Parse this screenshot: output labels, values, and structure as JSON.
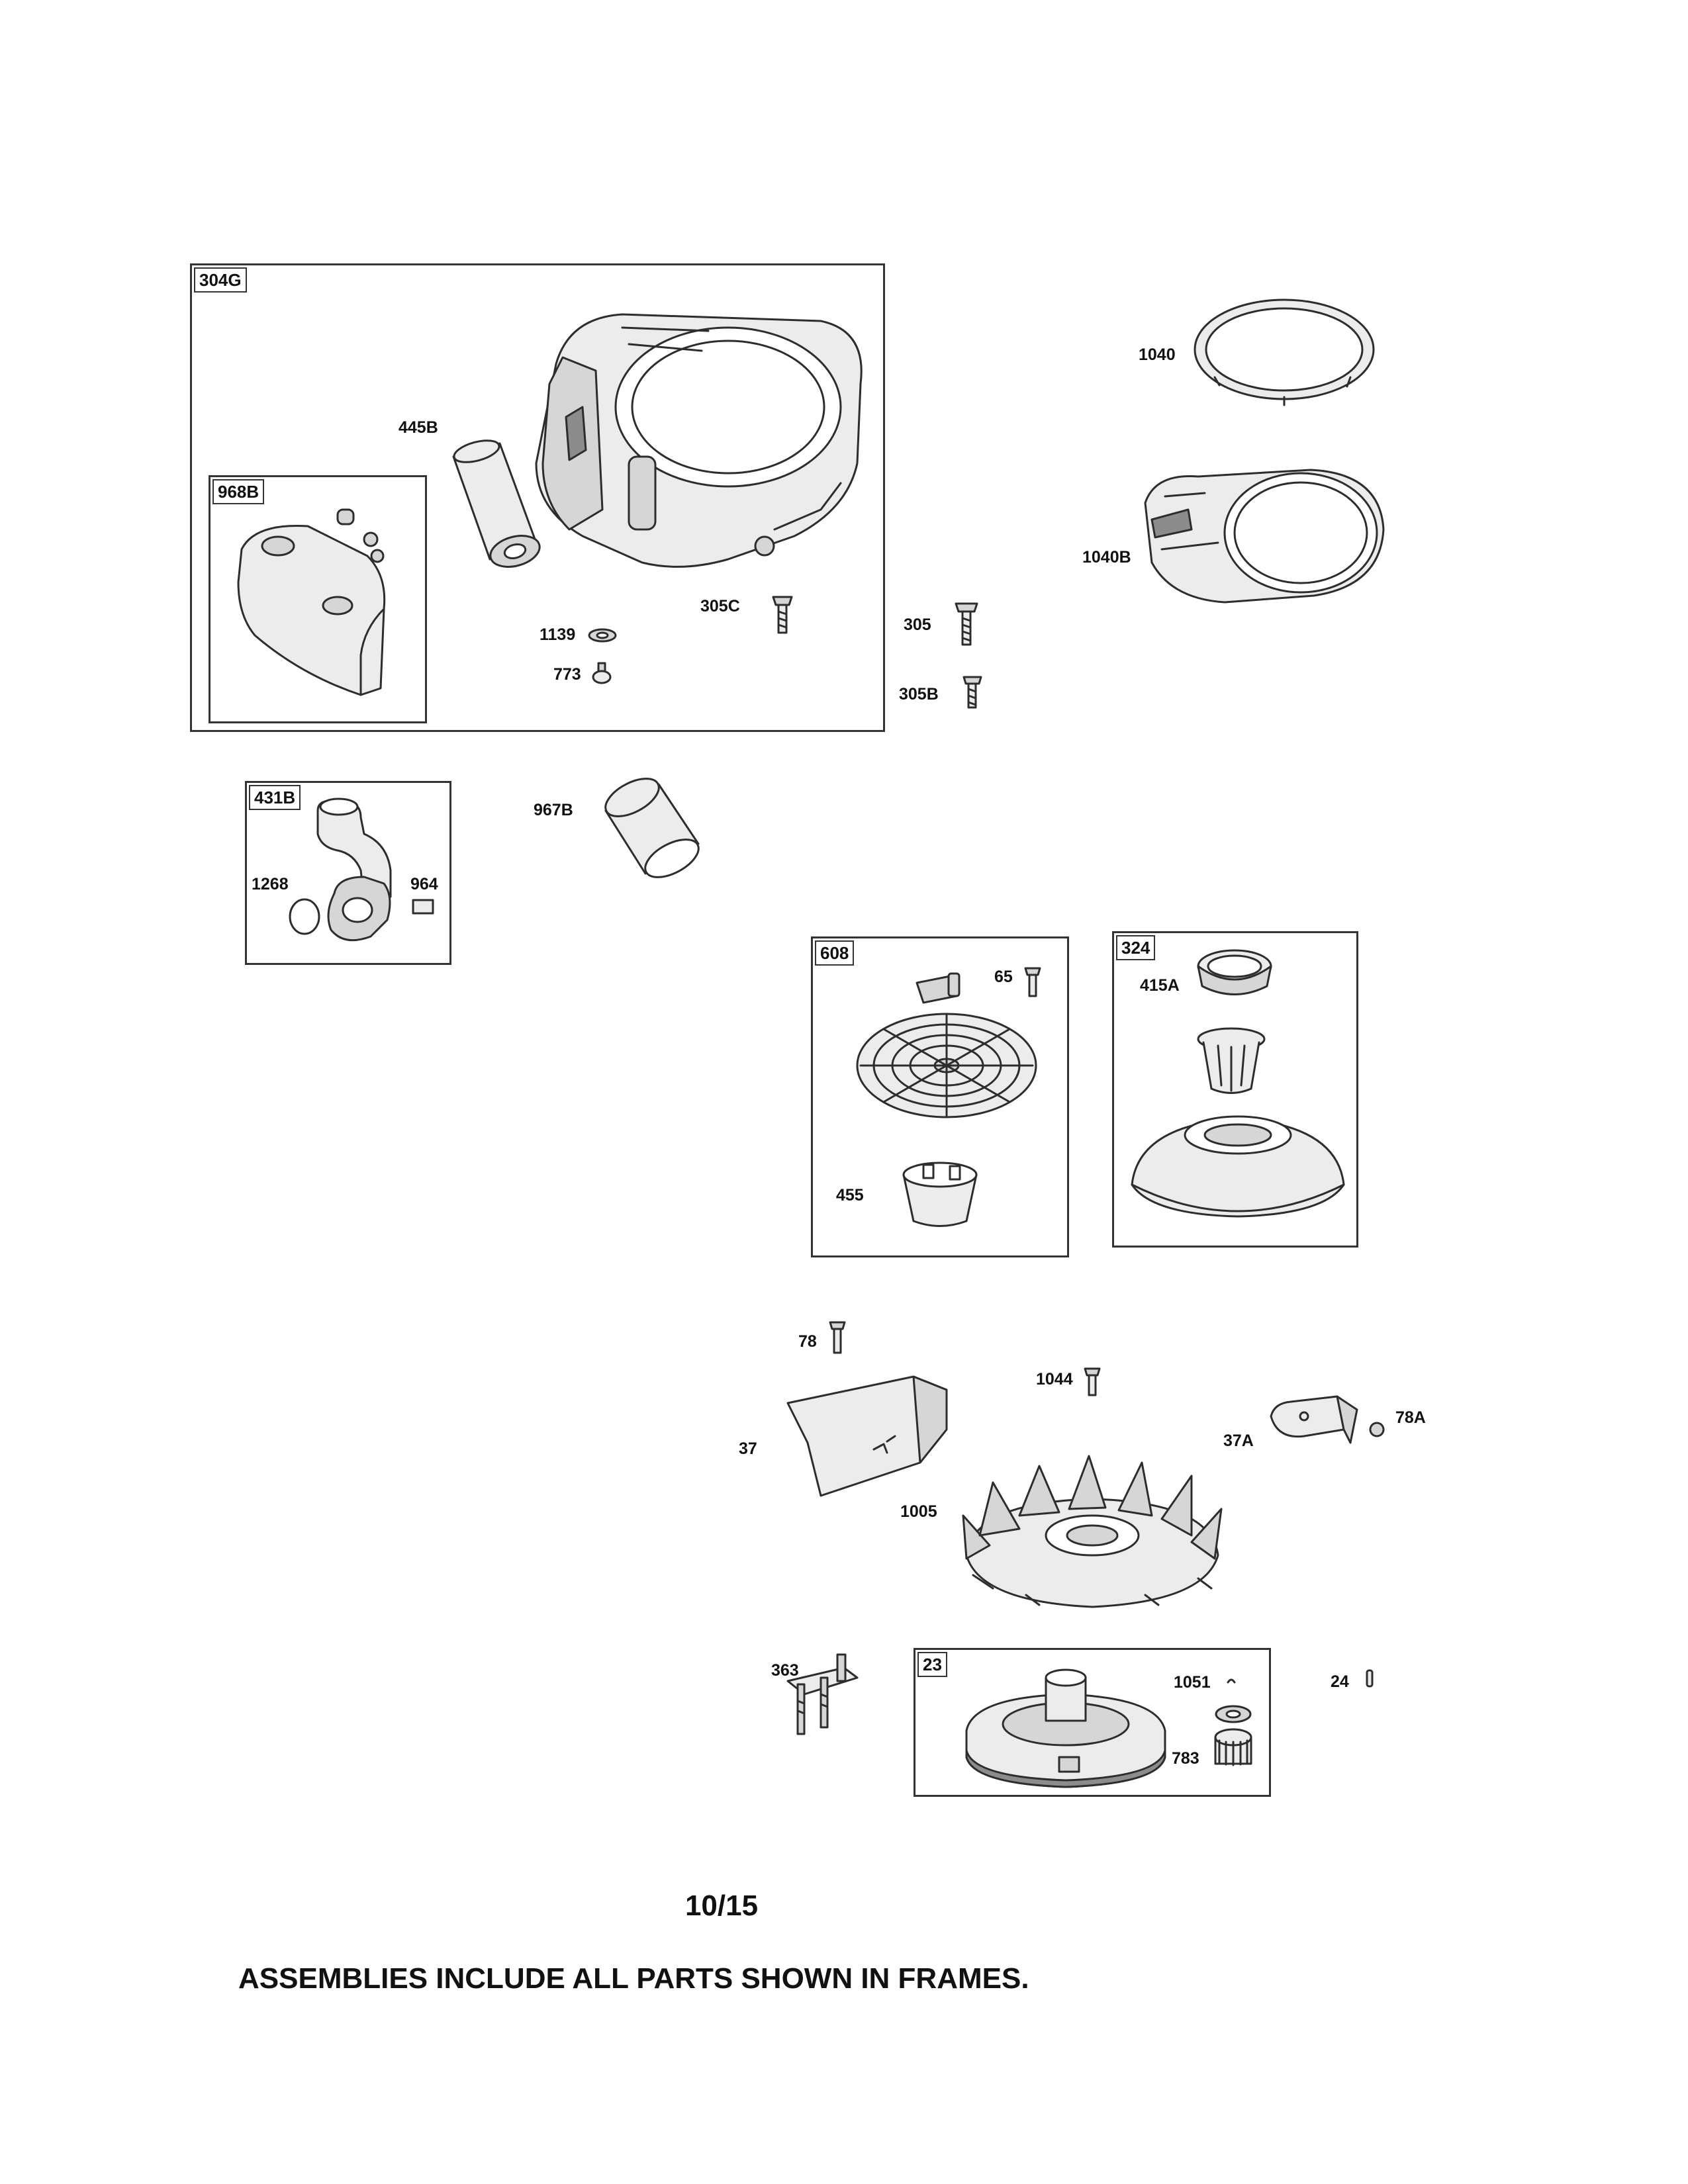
{
  "diagram": {
    "frames": {
      "f304G": "304G",
      "f968B": "968B",
      "f431B": "431B",
      "f608": "608",
      "f324": "324",
      "f23": "23"
    },
    "callouts": {
      "c445B": "445B",
      "c305C": "305C",
      "c1139": "1139",
      "c773": "773",
      "c305": "305",
      "c305B": "305B",
      "c1040": "1040",
      "c1040B": "1040B",
      "c967B": "967B",
      "c1268": "1268",
      "c964": "964",
      "c65": "65",
      "c455": "455",
      "c415A": "415A",
      "c78": "78",
      "c1044": "1044",
      "c37": "37",
      "c37A": "37A",
      "c78A": "78A",
      "c1005": "1005",
      "c363": "363",
      "c1051": "1051",
      "c783": "783",
      "c24": "24"
    }
  },
  "page_number": "10/15",
  "footer_note": "ASSEMBLIES INCLUDE ALL PARTS SHOWN IN FRAMES."
}
